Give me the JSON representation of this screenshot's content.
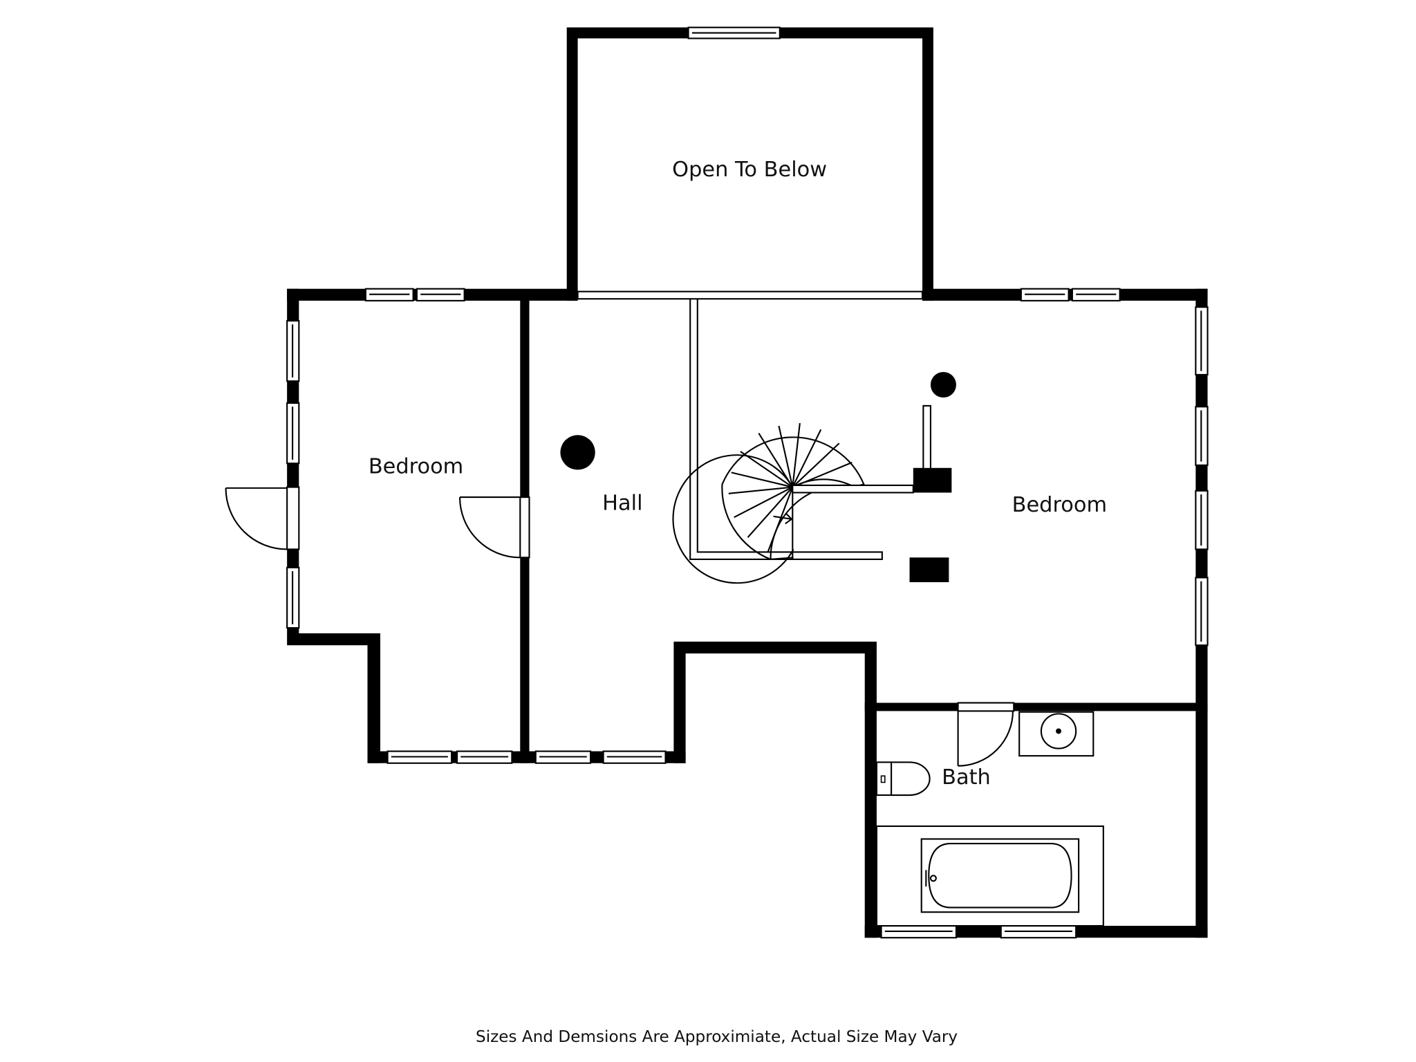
{
  "rooms": {
    "open_to_below": "Open To Below",
    "bedroom_left": "Bedroom",
    "hall": "Hall",
    "bedroom_right": "Bedroom",
    "bath": "Bath"
  },
  "footer": {
    "note": "Sizes And Demsions Are Approximiate, Actual Size May Vary"
  },
  "colors": {
    "wall": "#000000",
    "background": "#ffffff"
  }
}
